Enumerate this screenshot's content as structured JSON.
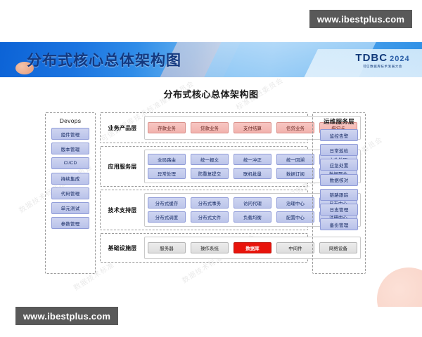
{
  "watermarks": {
    "top_bar": "www.ibestplus.com",
    "bottom_bar": "www.ibestplus.com",
    "overlay_texts": [
      "数据技术标准推进委员会",
      "可信数据库技术标准推进委员会",
      "数据技术标准推进委员会",
      "标准推进委员会",
      "可信数据库技术标准推进委员会",
      "数据技术标准"
    ]
  },
  "banner": {
    "title": "分布式核心总体架构图",
    "logo_text": "TDBC",
    "logo_year": "2024",
    "logo_subtitle": "可信数据库技术发展大会"
  },
  "slide": {
    "diagram_title": "分布式核心总体架构图"
  },
  "colors": {
    "banner_blue": "#0c63d6",
    "title_blue": "#13387f",
    "cell_blue": "#bcc5ea",
    "cell_pink": "#f2b2ad",
    "cell_grey": "#dedede",
    "cell_highlight_red": "#e8140c",
    "watermark_grey": "#595959"
  },
  "devops_column": {
    "title": "Devops",
    "items": [
      {
        "label": "组件管理"
      },
      {
        "label": "版本管理"
      },
      {
        "label": "CI/CD"
      },
      {
        "label": "持续集成"
      },
      {
        "label": "代码管理"
      },
      {
        "label": "单元测试"
      },
      {
        "label": "参数管理"
      }
    ]
  },
  "ops_column": {
    "title": "运维服务层",
    "items": [
      {
        "label": "监控告警"
      },
      {
        "label": "日常巡检"
      },
      {
        "label": "应急处置"
      },
      {
        "label": "数据核对"
      },
      {
        "label": "链路跟踪"
      },
      {
        "label": "日志管理"
      },
      {
        "label": "备份管理"
      }
    ]
  },
  "layers": [
    {
      "id": "business",
      "label": "业务产品层",
      "style": "pink",
      "rows": [
        [
          {
            "label": "存款业务"
          },
          {
            "label": "贷款业务"
          },
          {
            "label": "支付结算"
          },
          {
            "label": "信贷业务"
          },
          {
            "label": "借记卡"
          }
        ]
      ]
    },
    {
      "id": "application",
      "label": "应用服务层",
      "style": "blue",
      "rows": [
        [
          {
            "label": "全局路由"
          },
          {
            "label": "统一报文"
          },
          {
            "label": "统一冲正"
          },
          {
            "label": "统一回溯"
          },
          {
            "label": "文件处理"
          }
        ],
        [
          {
            "label": "异常处理"
          },
          {
            "label": "防重复提交"
          },
          {
            "label": "联机批量"
          },
          {
            "label": "数据订阅"
          },
          {
            "label": "数据聚合"
          }
        ]
      ]
    },
    {
      "id": "technical",
      "label": "技术支持层",
      "style": "blue",
      "rows": [
        [
          {
            "label": "分布式缓存"
          },
          {
            "label": "分布式事务"
          },
          {
            "label": "访问代理"
          },
          {
            "label": "治理中心"
          },
          {
            "label": "日志中心"
          }
        ],
        [
          {
            "label": "分布式调度"
          },
          {
            "label": "分布式文件"
          },
          {
            "label": "负载均衡"
          },
          {
            "label": "配置中心"
          },
          {
            "label": "注册中心"
          }
        ]
      ]
    },
    {
      "id": "infrastructure",
      "label": "基础设施层",
      "style": "grey",
      "rows": [
        [
          {
            "label": "服务器",
            "highlight": false
          },
          {
            "label": "操作系统",
            "highlight": false
          },
          {
            "label": "数据库",
            "highlight": true
          },
          {
            "label": "中间件",
            "highlight": false
          },
          {
            "label": "网络设备",
            "highlight": false
          }
        ]
      ]
    }
  ]
}
